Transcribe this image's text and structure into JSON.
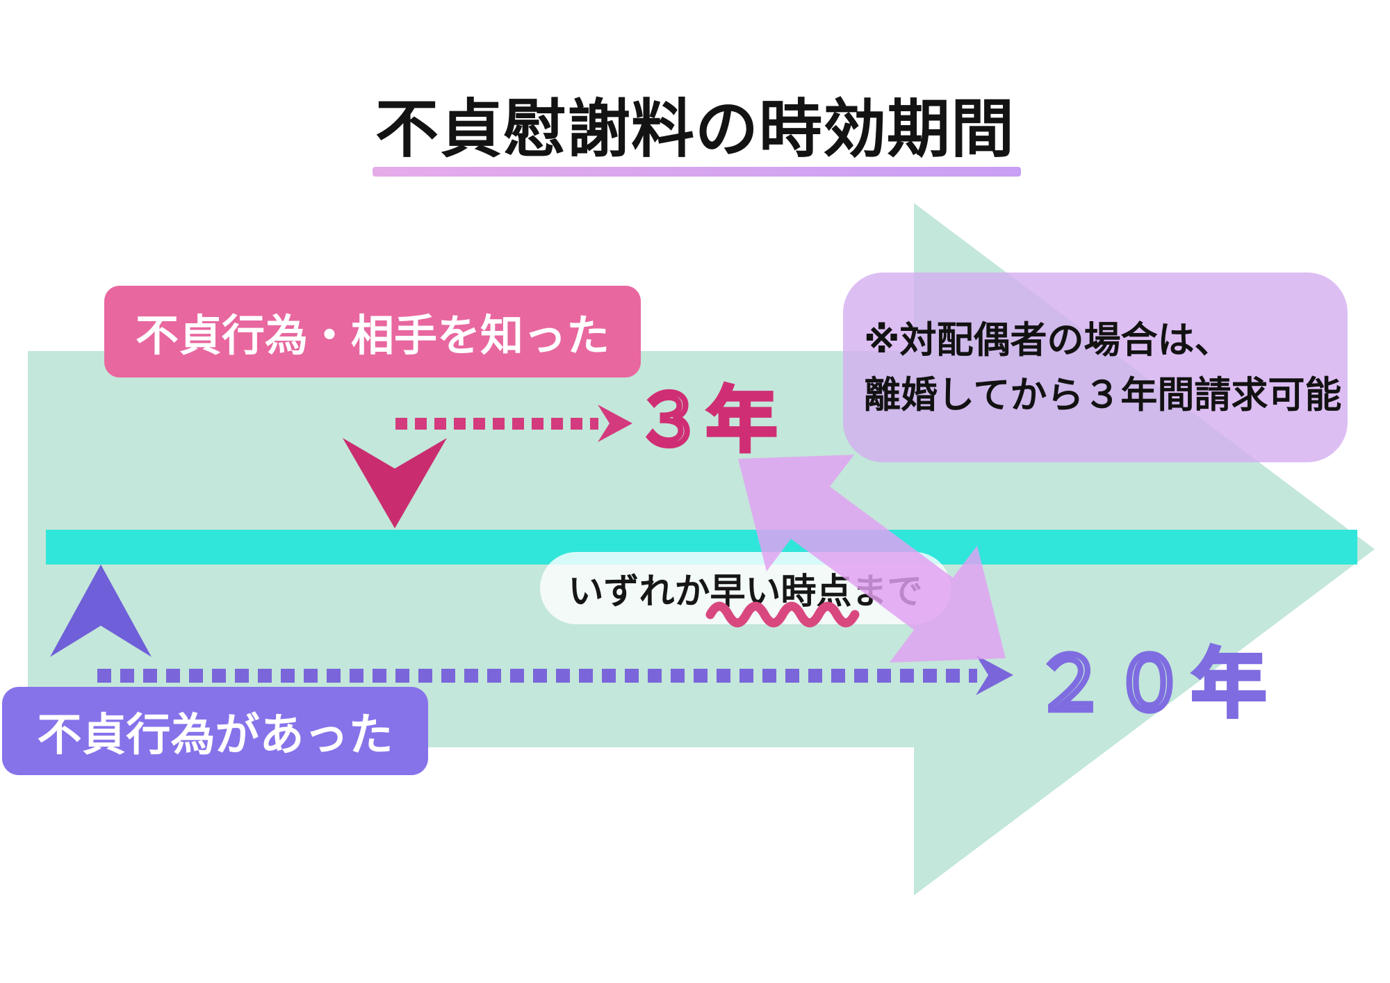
{
  "title": {
    "text": "不貞慰謝料の時効期間"
  },
  "timeline": {
    "knew_label": "不貞行為・相手を知った",
    "knew_period": "３年",
    "occurred_label": "不貞行為があった",
    "occurred_period": "２０年",
    "deadline_note": "いずれか早い時点まで"
  },
  "note": {
    "line1": "※対配偶者の場合は、",
    "line2": "離婚してから３年間請求可能"
  },
  "colors": {
    "background_arrow": "#c3e7da",
    "timeline_bar": "#30e5da",
    "knew_box": "#e8679f",
    "knew_marker": "#c92d6f",
    "knew_dotted": "#d43a7e",
    "knew_period_outline": "#d02e74",
    "wavy_underline": "#d8487f",
    "occurred_box": "#8673ea",
    "occurred_marker": "#6f5fd8",
    "occurred_dotted": "#7a66da",
    "occurred_period_outline": "#7e6ce0",
    "note_box": "#d3acf0",
    "double_arrow": "#e2a0f2",
    "title_underline": "#cfa5ef"
  }
}
